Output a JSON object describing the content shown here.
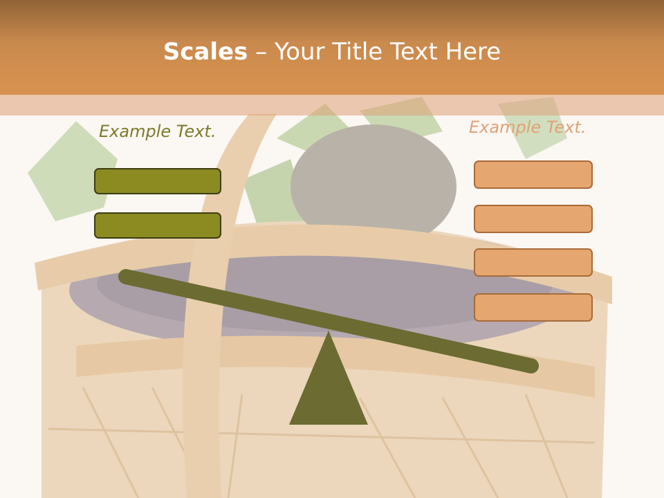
{
  "slide": {
    "title_bold": "Scales",
    "title_rest": " – Your Title Text Here",
    "left_label": "Example Text.",
    "right_label": "Example Text."
  },
  "colors": {
    "header": "#d9924f",
    "left_boxes": "#8b8b22",
    "right_boxes": "#e5a66f",
    "scale": "#6b6b32",
    "left_label": "#7b7b2a",
    "right_label": "#e0a276"
  },
  "background_image": "basket-of-blackcurrants"
}
